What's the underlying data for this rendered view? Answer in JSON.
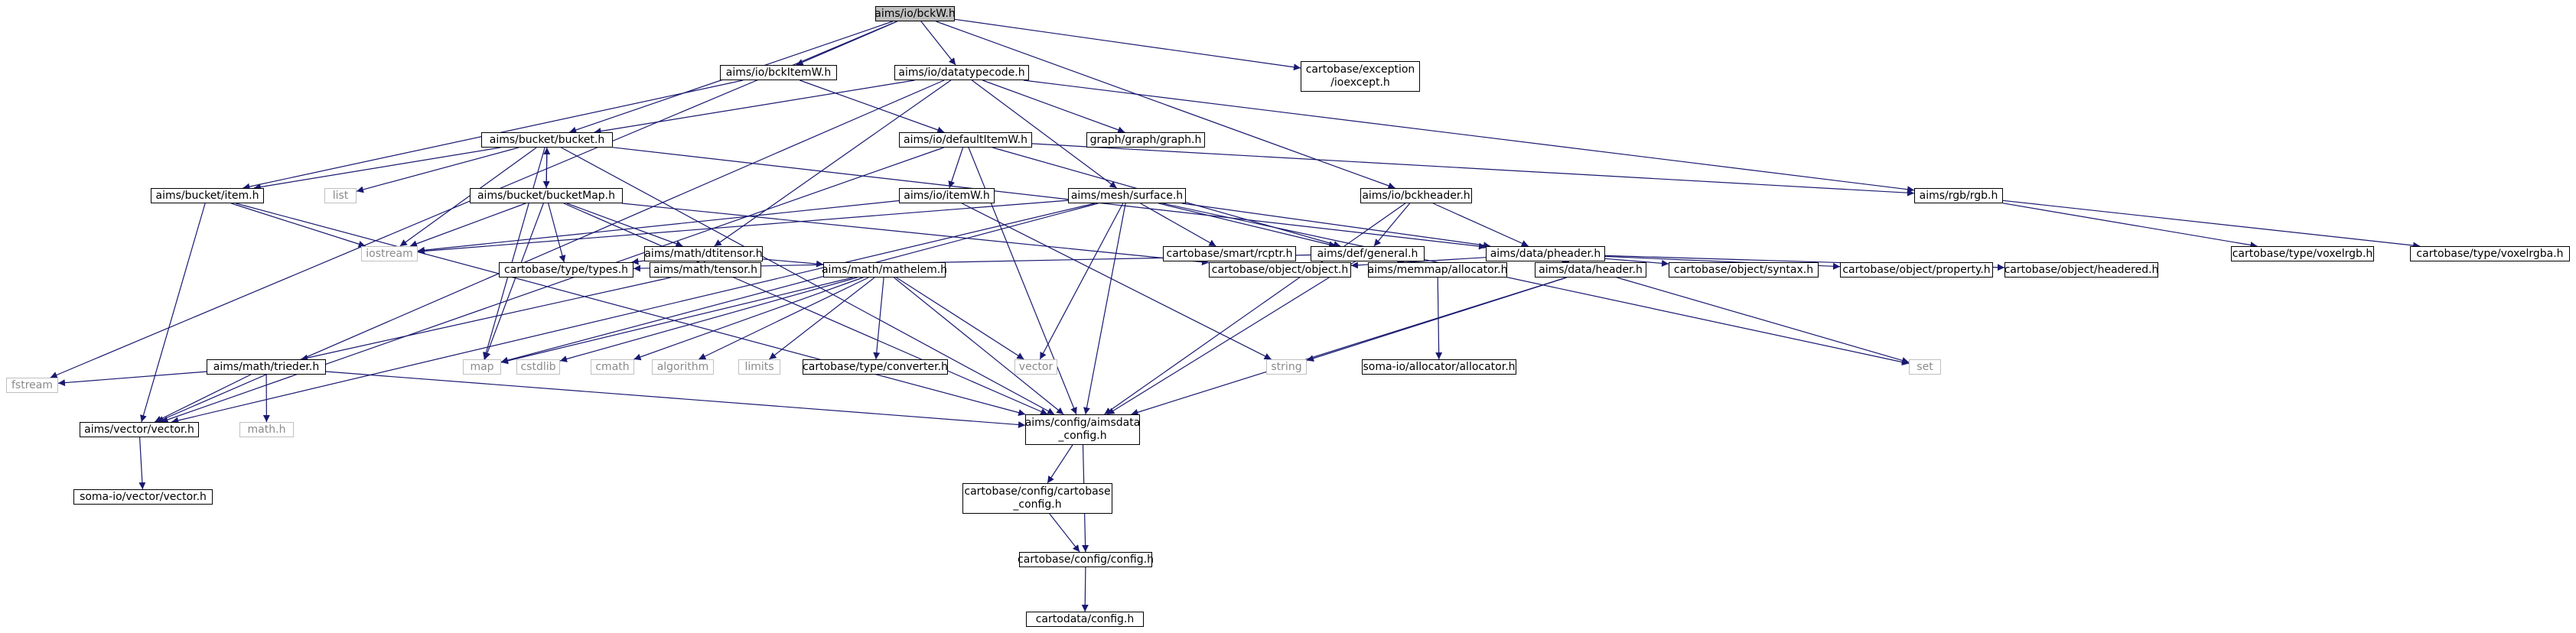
{
  "colors": {
    "edge": "#191970",
    "border": "#000000",
    "system_border": "#c0c0c0",
    "root_fill": "#bfbfbf"
  },
  "nodes": {
    "root": "aims/io/bckW.h",
    "bckitemw": "aims/io/bckItemW.h",
    "datatypecode": "aims/io/datatypecode.h",
    "ioexcept": "cartobase/exception\n/ioexcept.h",
    "fstream": "fstream",
    "bucket": "aims/bucket/bucket.h",
    "defaultitemw": "aims/io/defaultItemW.h",
    "graph": "graph/graph/graph.h",
    "item": "aims/bucket/item.h",
    "list": "list",
    "bucketmap": "aims/bucket/bucketMap.h",
    "itemw": "aims/io/itemW.h",
    "surface": "aims/mesh/surface.h",
    "bckheader": "aims/io/bckheader.h",
    "rgb": "aims/rgb/rgb.h",
    "iostream": "iostream",
    "dtitensor": "aims/math/dtitensor.h",
    "rcptr": "cartobase/smart/rcptr.h",
    "general": "aims/def/general.h",
    "pheader": "aims/data/pheader.h",
    "voxelrgb": "cartobase/type/voxelrgb.h",
    "voxelrgba": "cartobase/type/voxelrgba.h",
    "types": "cartobase/type/types.h",
    "tensor": "aims/math/tensor.h",
    "mathelem": "aims/math/mathelem.h",
    "object": "cartobase/object/object.h",
    "allocator": "aims/memmap/allocator.h",
    "header": "aims/data/header.h",
    "syntax": "cartobase/object/syntax.h",
    "property": "cartobase/object/property.h",
    "headered": "cartobase/object/headered.h",
    "trieder": "aims/math/trieder.h",
    "map": "map",
    "cstdlib": "cstdlib",
    "cmath": "cmath",
    "algorithm": "algorithm",
    "limits": "limits",
    "converter": "cartobase/type/converter.h",
    "vector": "vector",
    "string": "string",
    "soma_allocator": "soma-io/allocator/allocator.h",
    "set": "set",
    "vectorh": "aims/vector/vector.h",
    "mathh": "math.h",
    "aimsdata_config": "aims/config/aimsdata\n_config.h",
    "soma_vector": "soma-io/vector/vector.h",
    "cartobase_config": "cartobase/config/cartobase\n_config.h",
    "config": "cartobase/config/config.h",
    "cartodata_config": "cartodata/config.h"
  },
  "edges": [
    [
      "root",
      "bckitemw"
    ],
    [
      "root",
      "datatypecode"
    ],
    [
      "root",
      "ioexcept"
    ],
    [
      "root",
      "fstream"
    ],
    [
      "root",
      "bucket"
    ],
    [
      "root",
      "bckheader"
    ],
    [
      "bckitemw",
      "item"
    ],
    [
      "bckitemw",
      "defaultitemw"
    ],
    [
      "datatypecode",
      "bucket"
    ],
    [
      "datatypecode",
      "graph"
    ],
    [
      "datatypecode",
      "surface"
    ],
    [
      "datatypecode",
      "dtitensor"
    ],
    [
      "datatypecode",
      "rgb"
    ],
    [
      "datatypecode",
      "vectorh"
    ],
    [
      "bucket",
      "item"
    ],
    [
      "bucket",
      "list"
    ],
    [
      "bucket",
      "bucketmap"
    ],
    [
      "bucket",
      "iostream"
    ],
    [
      "bucket",
      "map"
    ],
    [
      "bucket",
      "aimsdata_config"
    ],
    [
      "bucket",
      "pheader"
    ],
    [
      "bucketmap",
      "bucket"
    ],
    [
      "bucketmap",
      "iostream"
    ],
    [
      "bucketmap",
      "dtitensor"
    ],
    [
      "bucketmap",
      "types"
    ],
    [
      "bucketmap",
      "map"
    ],
    [
      "bucketmap",
      "aimsdata_config"
    ],
    [
      "bucketmap",
      "object"
    ],
    [
      "item",
      "iostream"
    ],
    [
      "item",
      "vectorh"
    ],
    [
      "item",
      "aimsdata_config"
    ],
    [
      "defaultitemw",
      "itemw"
    ],
    [
      "defaultitemw",
      "general"
    ],
    [
      "defaultitemw",
      "aimsdata_config"
    ],
    [
      "defaultitemw",
      "vectorh"
    ],
    [
      "defaultitemw",
      "rgb"
    ],
    [
      "itemw",
      "iostream"
    ],
    [
      "itemw",
      "string"
    ],
    [
      "surface",
      "iostream"
    ],
    [
      "surface",
      "rcptr"
    ],
    [
      "surface",
      "general"
    ],
    [
      "surface",
      "pheader"
    ],
    [
      "surface",
      "vectorh"
    ],
    [
      "surface",
      "map"
    ],
    [
      "surface",
      "vector"
    ],
    [
      "surface",
      "set"
    ],
    [
      "surface",
      "aimsdata_config"
    ],
    [
      "bckheader",
      "general"
    ],
    [
      "bckheader",
      "pheader"
    ],
    [
      "bckheader",
      "aimsdata_config"
    ],
    [
      "rgb",
      "voxelrgb"
    ],
    [
      "rgb",
      "voxelrgba"
    ],
    [
      "dtitensor",
      "types"
    ],
    [
      "dtitensor",
      "tensor"
    ],
    [
      "dtitensor",
      "mathelem"
    ],
    [
      "general",
      "types"
    ],
    [
      "general",
      "allocator"
    ],
    [
      "general",
      "aimsdata_config"
    ],
    [
      "pheader",
      "object"
    ],
    [
      "pheader",
      "header"
    ],
    [
      "pheader",
      "syntax"
    ],
    [
      "pheader",
      "property"
    ],
    [
      "pheader",
      "headered"
    ],
    [
      "tensor",
      "trieder"
    ],
    [
      "mathelem",
      "map"
    ],
    [
      "mathelem",
      "cstdlib"
    ],
    [
      "mathelem",
      "cmath"
    ],
    [
      "mathelem",
      "algorithm"
    ],
    [
      "mathelem",
      "limits"
    ],
    [
      "mathelem",
      "converter"
    ],
    [
      "mathelem",
      "vector"
    ],
    [
      "mathelem",
      "aimsdata_config"
    ],
    [
      "allocator",
      "soma_allocator"
    ],
    [
      "header",
      "string"
    ],
    [
      "header",
      "set"
    ],
    [
      "header",
      "aimsdata_config"
    ],
    [
      "trieder",
      "fstream"
    ],
    [
      "trieder",
      "vectorh"
    ],
    [
      "trieder",
      "mathh"
    ],
    [
      "trieder",
      "aimsdata_config"
    ],
    [
      "vectorh",
      "soma_vector"
    ],
    [
      "aimsdata_config",
      "cartobase_config"
    ],
    [
      "aimsdata_config",
      "config"
    ],
    [
      "cartobase_config",
      "config"
    ],
    [
      "config",
      "cartodata_config"
    ]
  ]
}
